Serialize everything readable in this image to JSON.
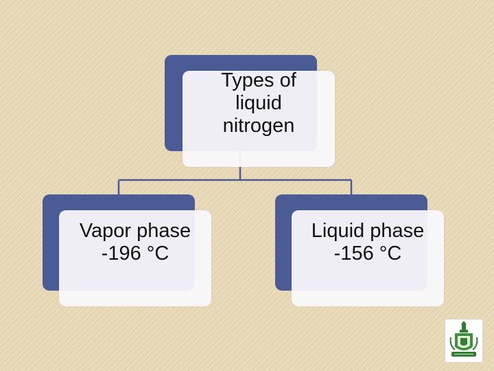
{
  "diagram": {
    "root": {
      "label": "Types of\nliquid\nnitrogen"
    },
    "children": [
      {
        "label": "Vapor phase\n-196 °C"
      },
      {
        "label": "Liquid phase\n-156 °C"
      }
    ]
  },
  "colors": {
    "background": "#ead9b5",
    "node_back": "#4a5b95",
    "node_front": "#f8f7fb",
    "connector": "#4a5b95",
    "logo_green": "#2e7d32"
  },
  "icons": {
    "logo": "university-emblem-icon"
  }
}
